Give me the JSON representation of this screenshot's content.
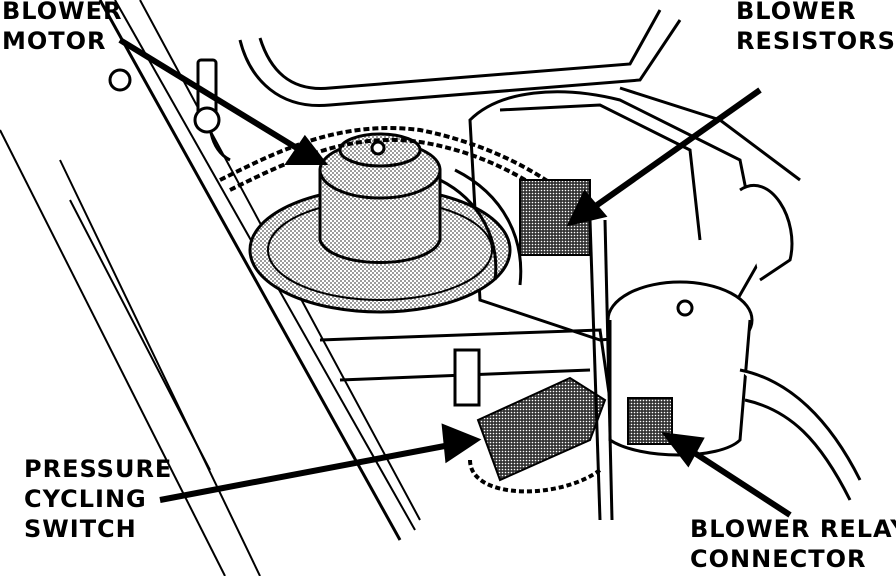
{
  "labels": {
    "blower_motor": [
      "BLOWER",
      "MOTOR"
    ],
    "blower_resistors": [
      "BLOWER",
      "RESISTORS"
    ],
    "pressure_cycling_switch": [
      "PRESSURE",
      "CYCLING",
      "SWITCH"
    ],
    "blower_relay_connector": [
      "BLOWER RELAY",
      "CONNECTOR"
    ]
  },
  "colors": {
    "ink": "#000000",
    "paper": "#ffffff",
    "stipple": "#555555"
  }
}
